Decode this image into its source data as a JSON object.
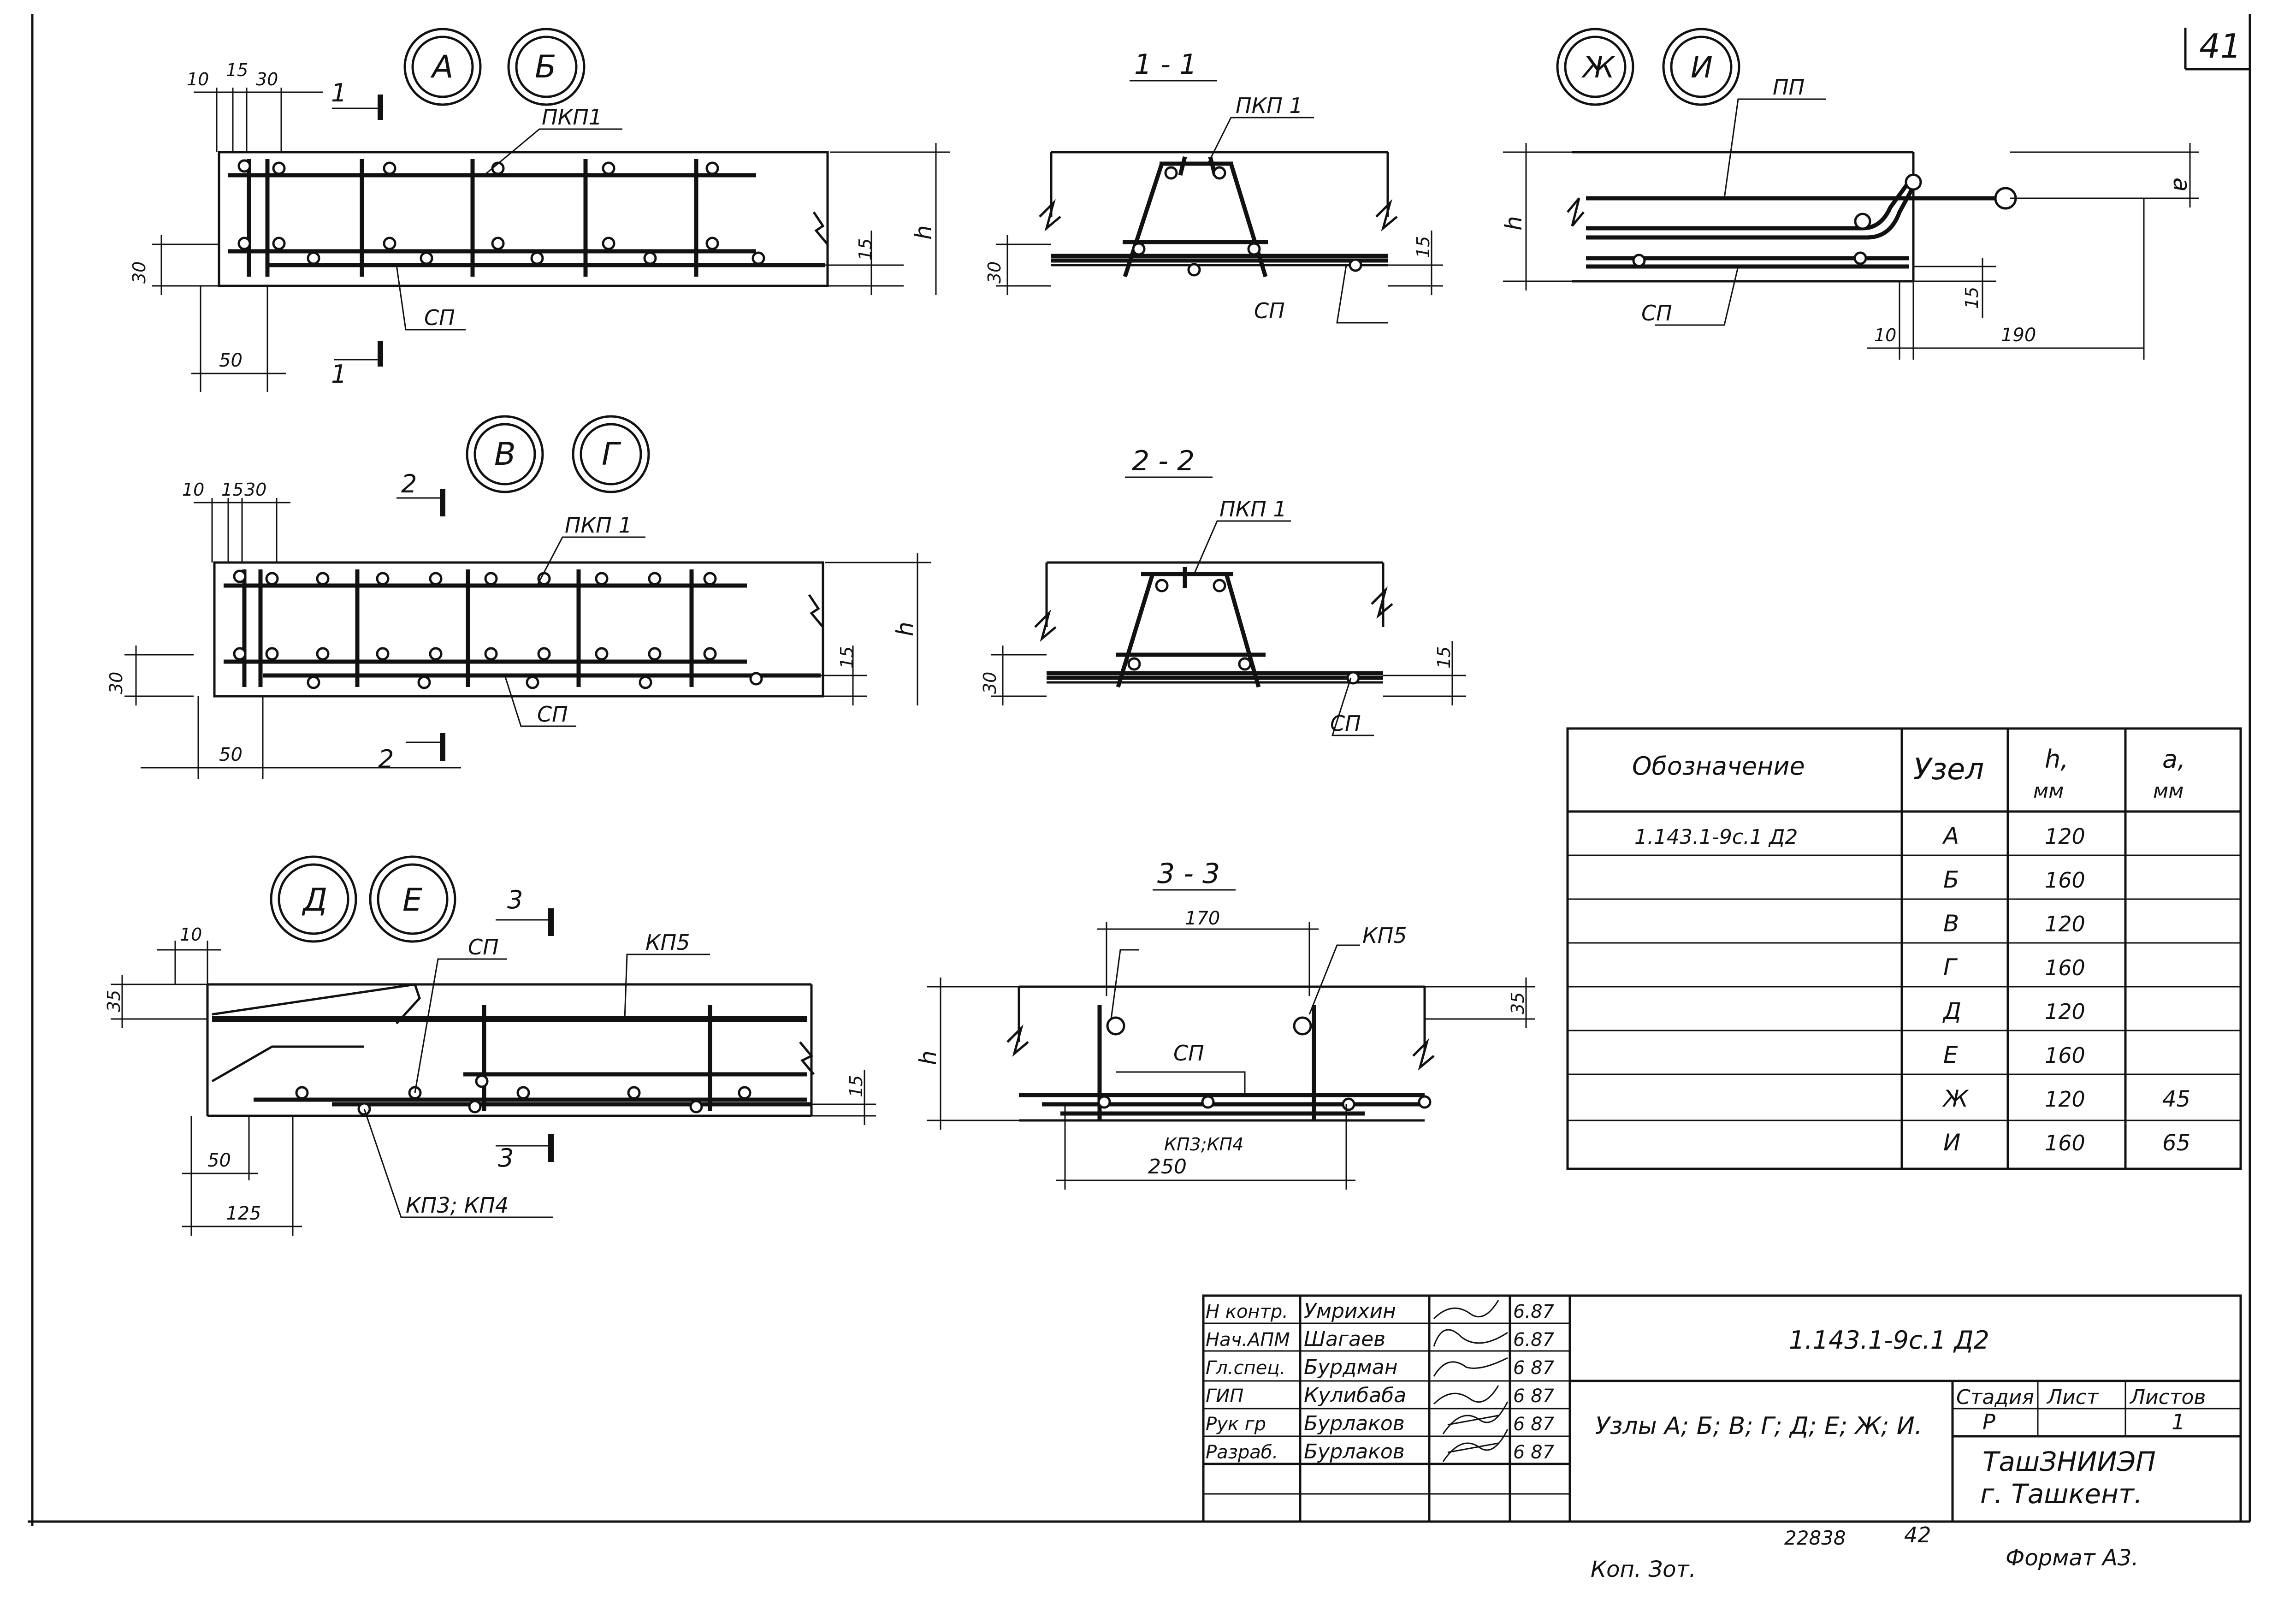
{
  "sheet_number": "41",
  "views": {
    "ab": {
      "node1": "А",
      "node2": "Б",
      "pkp": "ПКП1",
      "sp": "СП",
      "cut": "1",
      "dims": {
        "d10": "10",
        "d15": "15",
        "d30": "30",
        "d30b": "30",
        "d50": "50",
        "d15b": "15",
        "h": "h"
      }
    },
    "s11": {
      "title": "1 - 1",
      "pkp": "ПКП 1",
      "sp": "СП",
      "d30": "30",
      "d15": "15"
    },
    "zhi": {
      "node1": "Ж",
      "node2": "И",
      "pp": "ПП",
      "sp": "СП",
      "h": "h",
      "a": "a",
      "d15": "15",
      "d10": "10",
      "d190": "190"
    },
    "vg": {
      "node1": "В",
      "node2": "Г",
      "pkp": "ПКП 1",
      "sp": "СП",
      "cut": "2",
      "dims": {
        "d10": "10",
        "d15": "15",
        "d30": "30",
        "d30b": "30",
        "d50": "50",
        "d15b": "15",
        "h": "h"
      }
    },
    "s22": {
      "title": "2 - 2",
      "pkp": "ПКП 1",
      "sp": "СП",
      "d30": "30",
      "d15": "15"
    },
    "de": {
      "node1": "Д",
      "node2": "Е",
      "sp": "СП",
      "kp5": "КП5",
      "kp34": "КП3; КП4",
      "cut": "3",
      "dims": {
        "d10": "10",
        "d35": "35",
        "d50": "50",
        "d125": "125",
        "d15": "15"
      }
    },
    "s33": {
      "title": "3 - 3",
      "d170": "170",
      "kp5": "КП5",
      "sp": "СП",
      "kp34": "КП3;КП4",
      "d250": "250",
      "d35": "35",
      "h": "h"
    }
  },
  "table": {
    "headers": {
      "designation": "Обозначение",
      "node": "Узел",
      "h": "h,",
      "h_unit": "мм",
      "a": "a,",
      "a_unit": "мм"
    },
    "rows": [
      {
        "designation": "1.143.1-9с.1      Д2",
        "node": "А",
        "h": "120",
        "a": ""
      },
      {
        "designation": "",
        "node": "Б",
        "h": "160",
        "a": ""
      },
      {
        "designation": "",
        "node": "В",
        "h": "120",
        "a": ""
      },
      {
        "designation": "",
        "node": "Г",
        "h": "160",
        "a": ""
      },
      {
        "designation": "",
        "node": "Д",
        "h": "120",
        "a": ""
      },
      {
        "designation": "",
        "node": "Е",
        "h": "160",
        "a": ""
      },
      {
        "designation": "",
        "node": "Ж",
        "h": "120",
        "a": "45"
      },
      {
        "designation": "",
        "node": "И",
        "h": "160",
        "a": "65"
      }
    ]
  },
  "title_block": {
    "people": [
      {
        "role": "Н контр.",
        "name": "Умрихин",
        "date": "6.87"
      },
      {
        "role": "Нач.АПМ",
        "name": "Шагаев",
        "date": "6.87"
      },
      {
        "role": "Гл.спец.",
        "name": "Бурдман",
        "date": "6 87"
      },
      {
        "role": "ГИП",
        "name": "Кулибаба",
        "date": "6 87"
      },
      {
        "role": "Рук гр",
        "name": "Бурлаков",
        "date": "6 87"
      },
      {
        "role": "Разраб.",
        "name": "Бурлаков",
        "date": "6 87"
      }
    ],
    "doc_code": "1.143.1-9с.1      Д2",
    "sheet_title": "Узлы  А; Б; В; Г; Д; Е; Ж; И.",
    "stage_label": "Стадия",
    "sheet_label": "Лист",
    "sheets_label": "Листов",
    "stage": "Р",
    "sheets": "1",
    "org_line1": "ТашЗНИИЭП",
    "org_line2": "г. Ташкент."
  },
  "footer": {
    "copy": "Коп. Зот.",
    "inv": "22838",
    "num": "42",
    "format": "Формат А3."
  }
}
